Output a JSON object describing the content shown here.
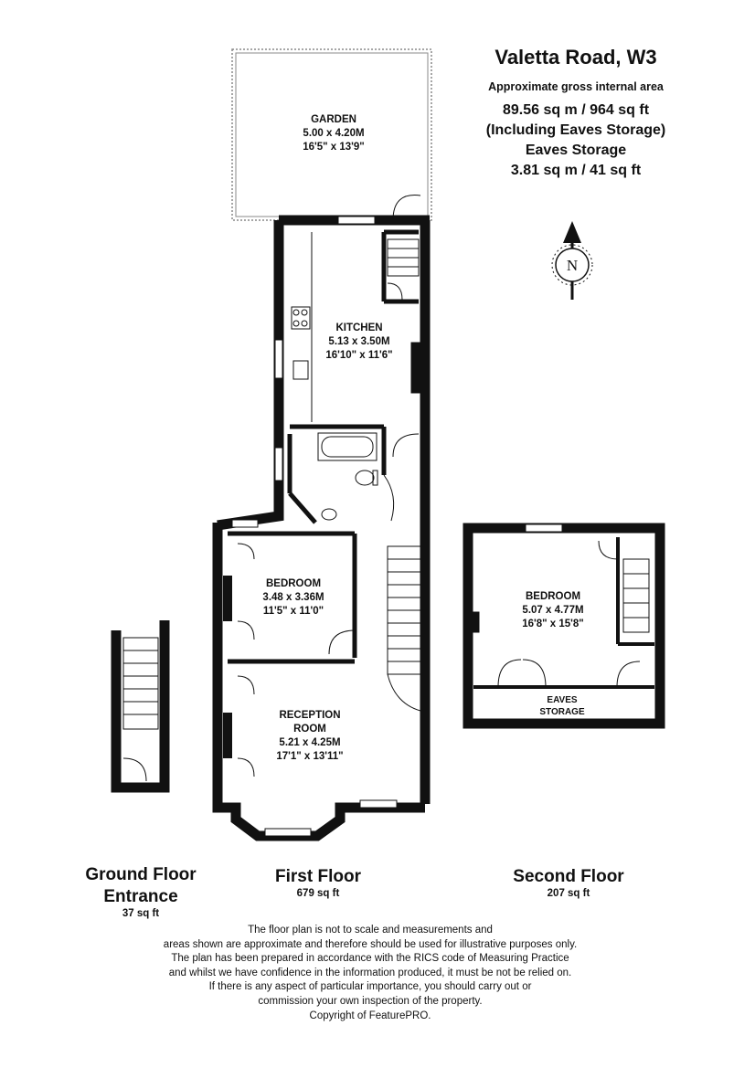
{
  "header": {
    "title": "Valetta Road, W3",
    "subtitle": "Approximate gross internal area",
    "area_total": "89.56 sq m /  964 sq ft",
    "area_note": "(Including Eaves Storage)",
    "eaves_label": "Eaves Storage",
    "eaves_area": "3.81 sq m /  41 sq ft"
  },
  "compass": {
    "letter": "N"
  },
  "rooms": {
    "garden": {
      "name": "GARDEN",
      "metric": "5.00 x 4.20M",
      "imperial": "16'5\" x 13'9\""
    },
    "kitchen": {
      "name": "KITCHEN",
      "metric": "5.13 x 3.50M",
      "imperial": "16'10\" x 11'6\""
    },
    "bedroom1": {
      "name": "BEDROOM",
      "metric": "3.48 x 3.36M",
      "imperial": "11'5\" x 11'0\""
    },
    "reception": {
      "name1": "RECEPTION",
      "name2": "ROOM",
      "metric": "5.21 x 4.25M",
      "imperial": "17'1\" x 13'11\""
    },
    "bedroom2": {
      "name": "BEDROOM",
      "metric": "5.07 x 4.77M",
      "imperial": "16'8\" x 15'8\""
    },
    "eaves": {
      "line1": "EAVES",
      "line2": "STORAGE"
    }
  },
  "floors": {
    "ground": {
      "name1": "Ground Floor",
      "name2": "Entrance",
      "area": "37 sq ft"
    },
    "first": {
      "name": "First Floor",
      "area": "679 sq ft"
    },
    "second": {
      "name": "Second Floor",
      "area": "207 sq ft"
    }
  },
  "disclaimer": [
    "The floor plan is not to scale and measurements and",
    "areas shown are approximate and therefore should be used for illustrative purposes only.",
    "The plan has been prepared in accordance with the RICS code of Measuring Practice",
    "and whilst we have confidence in the information produced, it must be not be relied on.",
    "If there is any aspect of particular importance, you should carry out or",
    "commission your own inspection of the property.",
    "Copyright of FeaturePRO."
  ]
}
